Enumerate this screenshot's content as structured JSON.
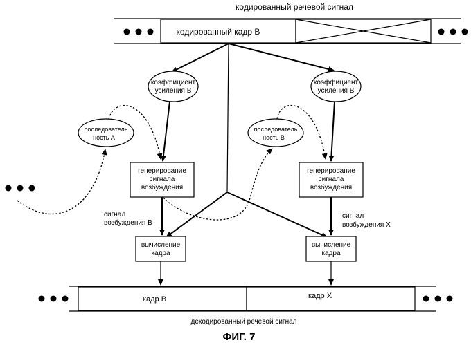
{
  "diagram": {
    "top_stream_title": "кодированный речевой сигнал",
    "top_frame_label": "кодированный кадр B",
    "gain_b_left": [
      "коэффициент",
      "усиления B"
    ],
    "gain_b_right": [
      "коэффициент",
      "усиления B"
    ],
    "seq_a": [
      "последователь",
      "ность A"
    ],
    "seq_b": [
      "последователь",
      "ность B"
    ],
    "gen_left": [
      "генерирование",
      "сигнала",
      "возбуждения"
    ],
    "gen_right": [
      "генерирование",
      "сигнала",
      "возбуждения"
    ],
    "exc_b": [
      "сигнал",
      "возбуждения B"
    ],
    "exc_x": [
      "сигнал",
      "возбуждения X"
    ],
    "calc_left": [
      "вычисление",
      "кадра"
    ],
    "calc_right": [
      "вычисление",
      "кадра"
    ],
    "bottom_frame_b": "кадр B",
    "bottom_frame_x": "кадр X",
    "bottom_stream_title": "декодированный речевой сигнал",
    "figure_caption": "ФИГ. 7"
  }
}
